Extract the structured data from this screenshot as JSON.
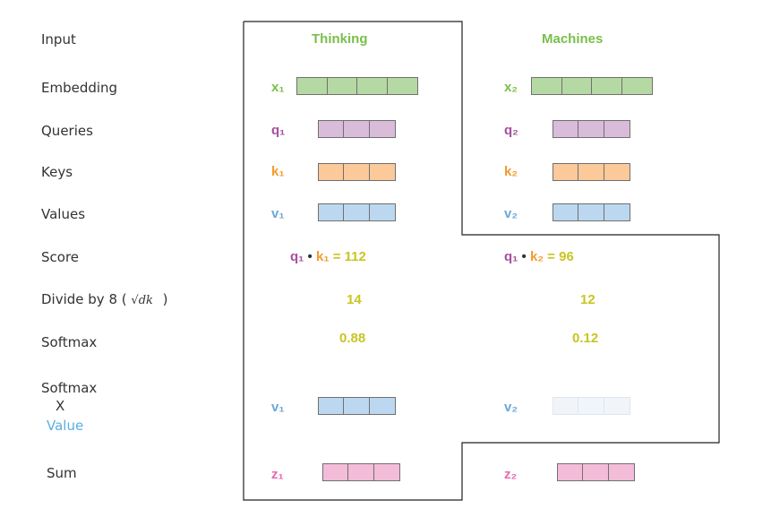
{
  "colors": {
    "green": "#79bf4a",
    "purple": "#a64fa0",
    "orange": "#f39a2d",
    "blue": "#6ba8d6",
    "yellow": "#c9c521",
    "pink": "#e66ab0",
    "embedding_fill": "#b5d9a2",
    "query_fill": "#d9bcd9",
    "key_fill": "#fcc99a",
    "value_fill": "#bcd8f0",
    "value_faded_fill": "#f1f5fa",
    "sum_fill": "#f3bcd9"
  },
  "rows": {
    "input": "Input",
    "embedding": "Embedding",
    "queries": "Queries",
    "keys": "Keys",
    "values": "Values",
    "score": "Score",
    "divide_prefix": "Divide by 8 (",
    "divide_math": "√dk",
    "divide_suffix": ")",
    "softmax": "Softmax",
    "softmax_x_value_1": "Softmax",
    "softmax_x_value_2": "X",
    "softmax_x_value_3": "Value",
    "sum": "Sum"
  },
  "col1": {
    "word": "Thinking",
    "x": "x₁",
    "q": "q₁",
    "k": "k₁",
    "v": "v₁",
    "score_q": "q₁",
    "score_dot": "•",
    "score_k": "k₁",
    "score_eq": "= 112",
    "divided": "14",
    "softmax": "0.88",
    "weighted_v": "v₁",
    "z": "z₁"
  },
  "col2": {
    "word": "Machines",
    "x": "x₂",
    "q": "q₂",
    "k": "k₂",
    "v": "v₂",
    "score_q": "q₁",
    "score_dot": "•",
    "score_k": "k₂",
    "score_eq": "= 96",
    "divided": "12",
    "softmax": "0.12",
    "weighted_v": "v₂",
    "z": "z₂"
  }
}
